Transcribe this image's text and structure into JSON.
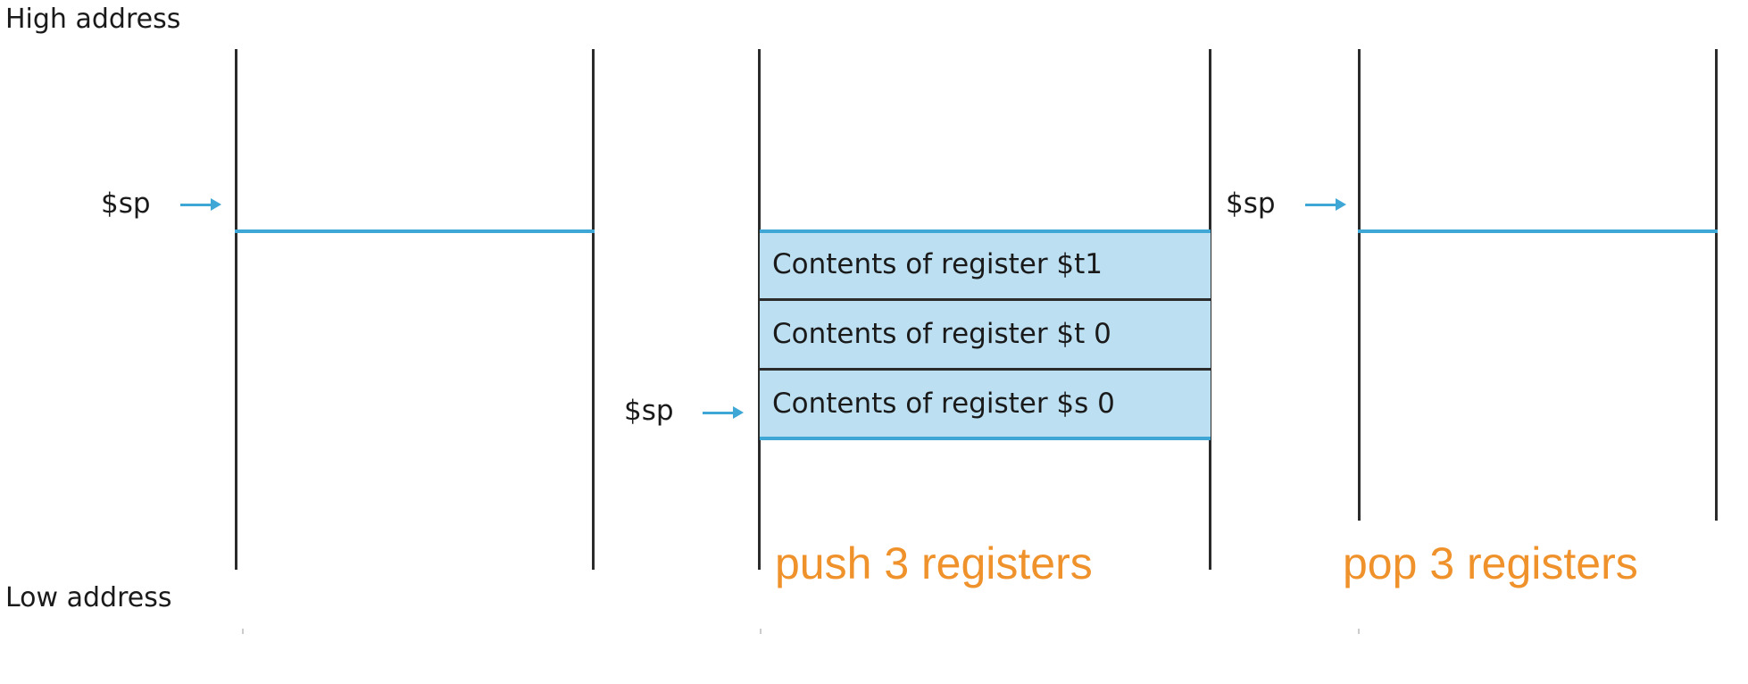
{
  "axis": {
    "high": "High address",
    "low": "Low address"
  },
  "stacks": [
    {
      "sp_label": "$sp",
      "cells": []
    },
    {
      "sp_label": "$sp",
      "cells": [
        "Contents of register $t1",
        "Contents of register $t 0",
        "Contents of register $s 0"
      ],
      "caption": "push 3 registers"
    },
    {
      "sp_label": "$sp",
      "cells": [],
      "caption": "pop 3 registers"
    }
  ],
  "colors": {
    "pointer": "#3fa7d6",
    "cell_fill": "#bcdff2",
    "caption": "#f0922b"
  }
}
